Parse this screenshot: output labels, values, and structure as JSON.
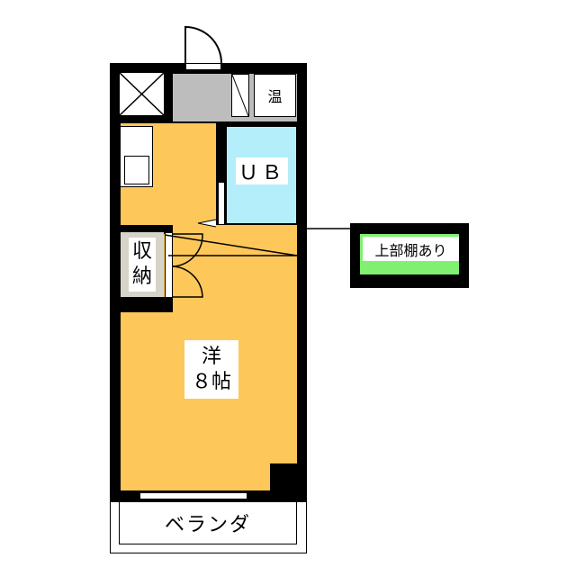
{
  "rooms": {
    "water_heater": "温",
    "bath": "ＵＢ",
    "storage_line1": "収",
    "storage_line2": "納",
    "main_type": "洋",
    "main_size": "８帖",
    "balcony": "ベランダ"
  },
  "callout": "上部棚あり",
  "colors": {
    "floor": "#fdc75a",
    "bath": "#b3eefa",
    "entry": "#bdbdbd",
    "callout": "#80f070",
    "storage": "#d6d3c8"
  }
}
